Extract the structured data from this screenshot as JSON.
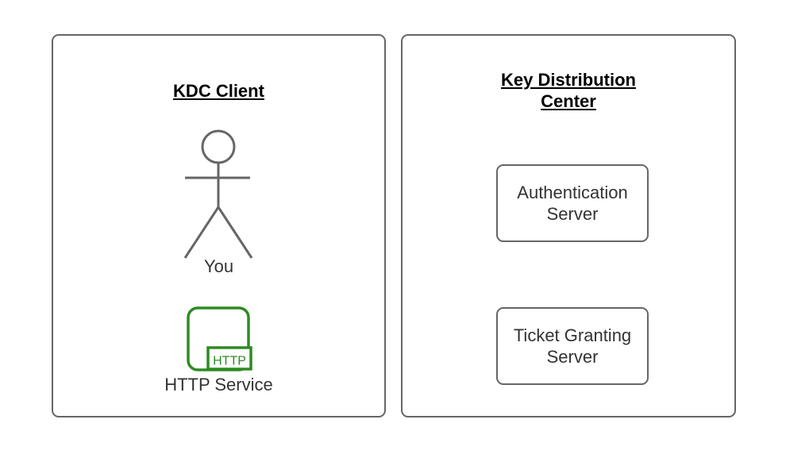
{
  "client_panel": {
    "title": "KDC Client",
    "actor_label": "You",
    "service_badge": "HTTP",
    "service_label": "HTTP Service"
  },
  "kdc_panel": {
    "title": "Key Distribution Center",
    "servers": [
      {
        "label": "Authentication Server"
      },
      {
        "label": "Ticket Granting Server"
      }
    ]
  },
  "colors": {
    "stroke-gray": "#666666",
    "text-dark": "#333333",
    "title-black": "#000000",
    "service-green": "#2E8B22",
    "background": "#ffffff"
  }
}
